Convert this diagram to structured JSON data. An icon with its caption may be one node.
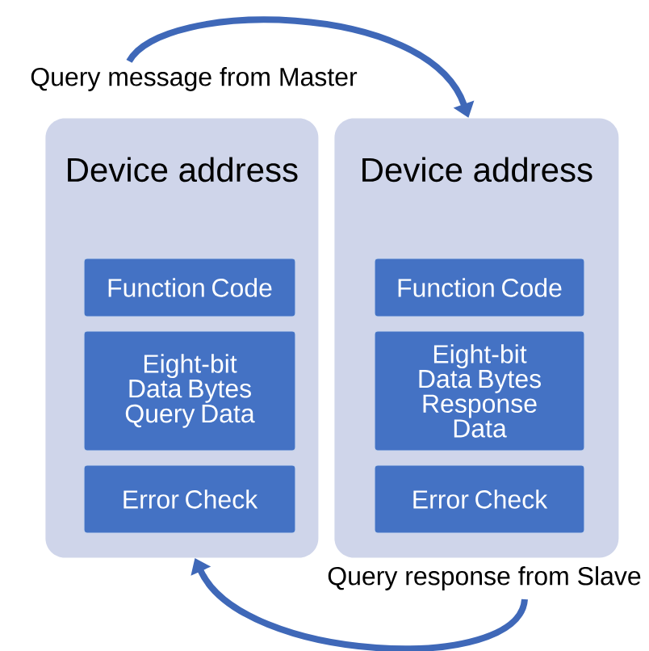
{
  "diagram": {
    "nodes": [
      {
        "text": [
          "Device address"
        ]
      },
      {
        "text": [
          "Function Code"
        ],
        "in": 0
      },
      {
        "text": [
          "Eight-bit Data Bytes Query Data"
        ],
        "in": 0
      },
      {
        "text": [
          "Error Check"
        ],
        "in": 0
      },
      {
        "text": [
          "Device address"
        ]
      },
      {
        "text": [
          "Function Code"
        ],
        "in": 4
      },
      {
        "text": [
          "Eight-bit Data Bytes Response Data"
        ],
        "in": 4
      },
      {
        "text": [
          "Error Check"
        ],
        "in": 4
      }
    ],
    "edges": [
      {
        "from": null,
        "to": 4,
        "arrow": "to",
        "label": "Query message from Master"
      },
      {
        "from": null,
        "to": 0,
        "arrow": "to",
        "label": "Query response from Slave"
      }
    ]
  }
}
